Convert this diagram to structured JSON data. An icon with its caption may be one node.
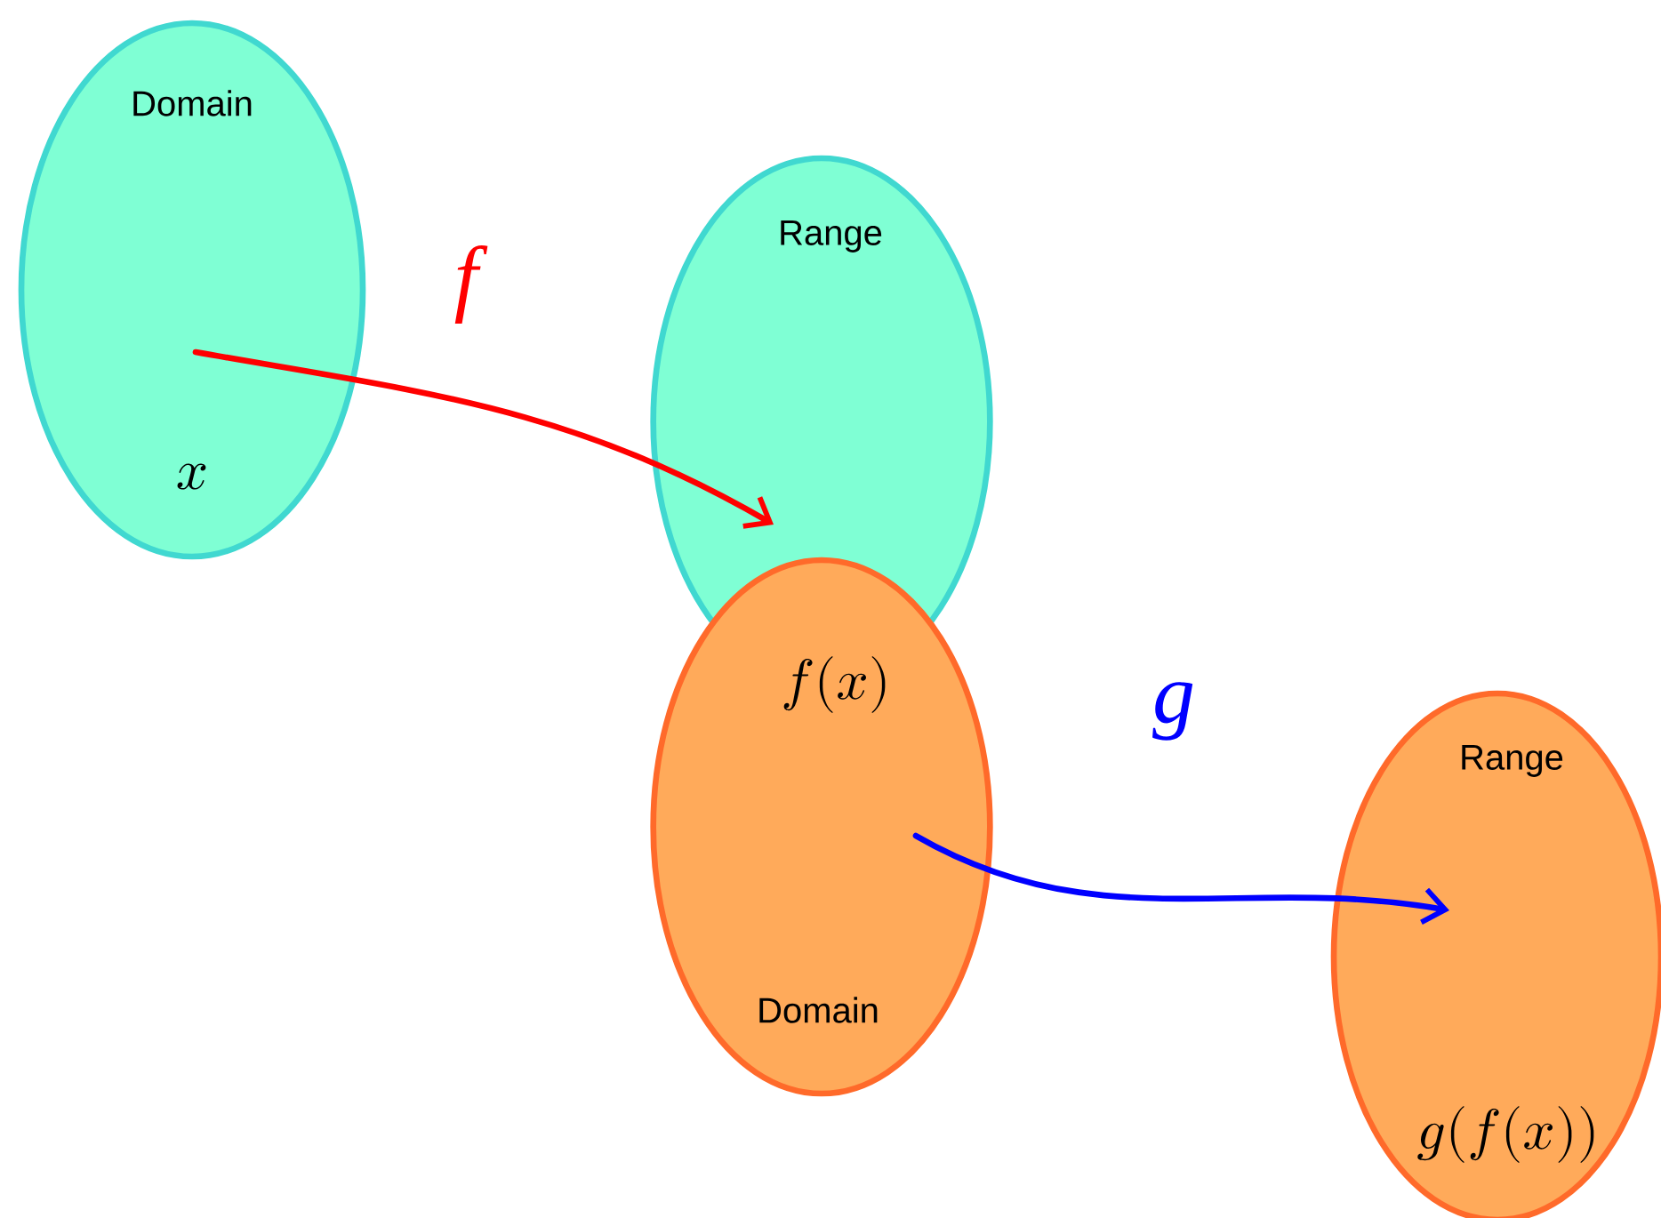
{
  "diagram": {
    "nodes": [
      {
        "text": [
          "Domain",
          "x"
        ]
      },
      {
        "text": [
          "Range"
        ]
      },
      {
        "text": [
          "f(x)",
          "Domain"
        ]
      },
      {
        "text": [
          "Range",
          "g(f(x))"
        ]
      }
    ],
    "edges": [
      {
        "from": 0,
        "to": 1,
        "arrow": "to",
        "label": "f",
        "color": "#ff0000"
      },
      {
        "from": 2,
        "to": 3,
        "arrow": "to",
        "label": "g",
        "color": "#0000ff"
      }
    ]
  }
}
